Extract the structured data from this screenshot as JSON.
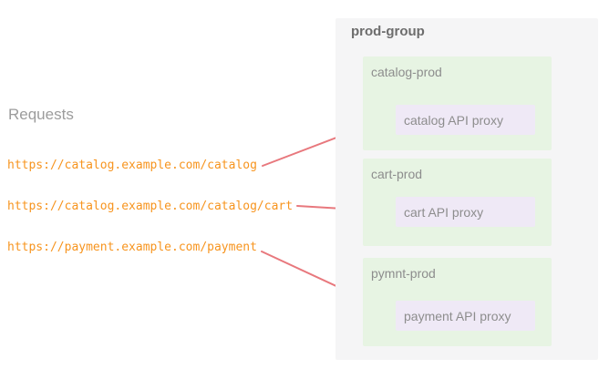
{
  "diagram": {
    "requests": {
      "heading": "Requests",
      "urls": [
        "https://catalog.example.com/catalog",
        "https://catalog.example.com/catalog/cart",
        "https://payment.example.com/payment"
      ]
    },
    "group": {
      "title": "prod-group",
      "environments": [
        {
          "name": "catalog-prod",
          "proxy_label": "catalog API proxy"
        },
        {
          "name": "cart-prod",
          "proxy_label": "cart API proxy"
        },
        {
          "name": "pymnt-prod",
          "proxy_label": "payment API proxy"
        }
      ]
    },
    "colors": {
      "url_text": "#f7941e",
      "arrow": "#e8787d",
      "group_bg": "#f5f5f6",
      "environment_bg": "#e7f4e3",
      "proxy_bg": "#efe9f6",
      "heading_text": "#9c9c9c",
      "group_title_text": "#6d6d6d",
      "label_text": "#8d8d8d"
    }
  }
}
